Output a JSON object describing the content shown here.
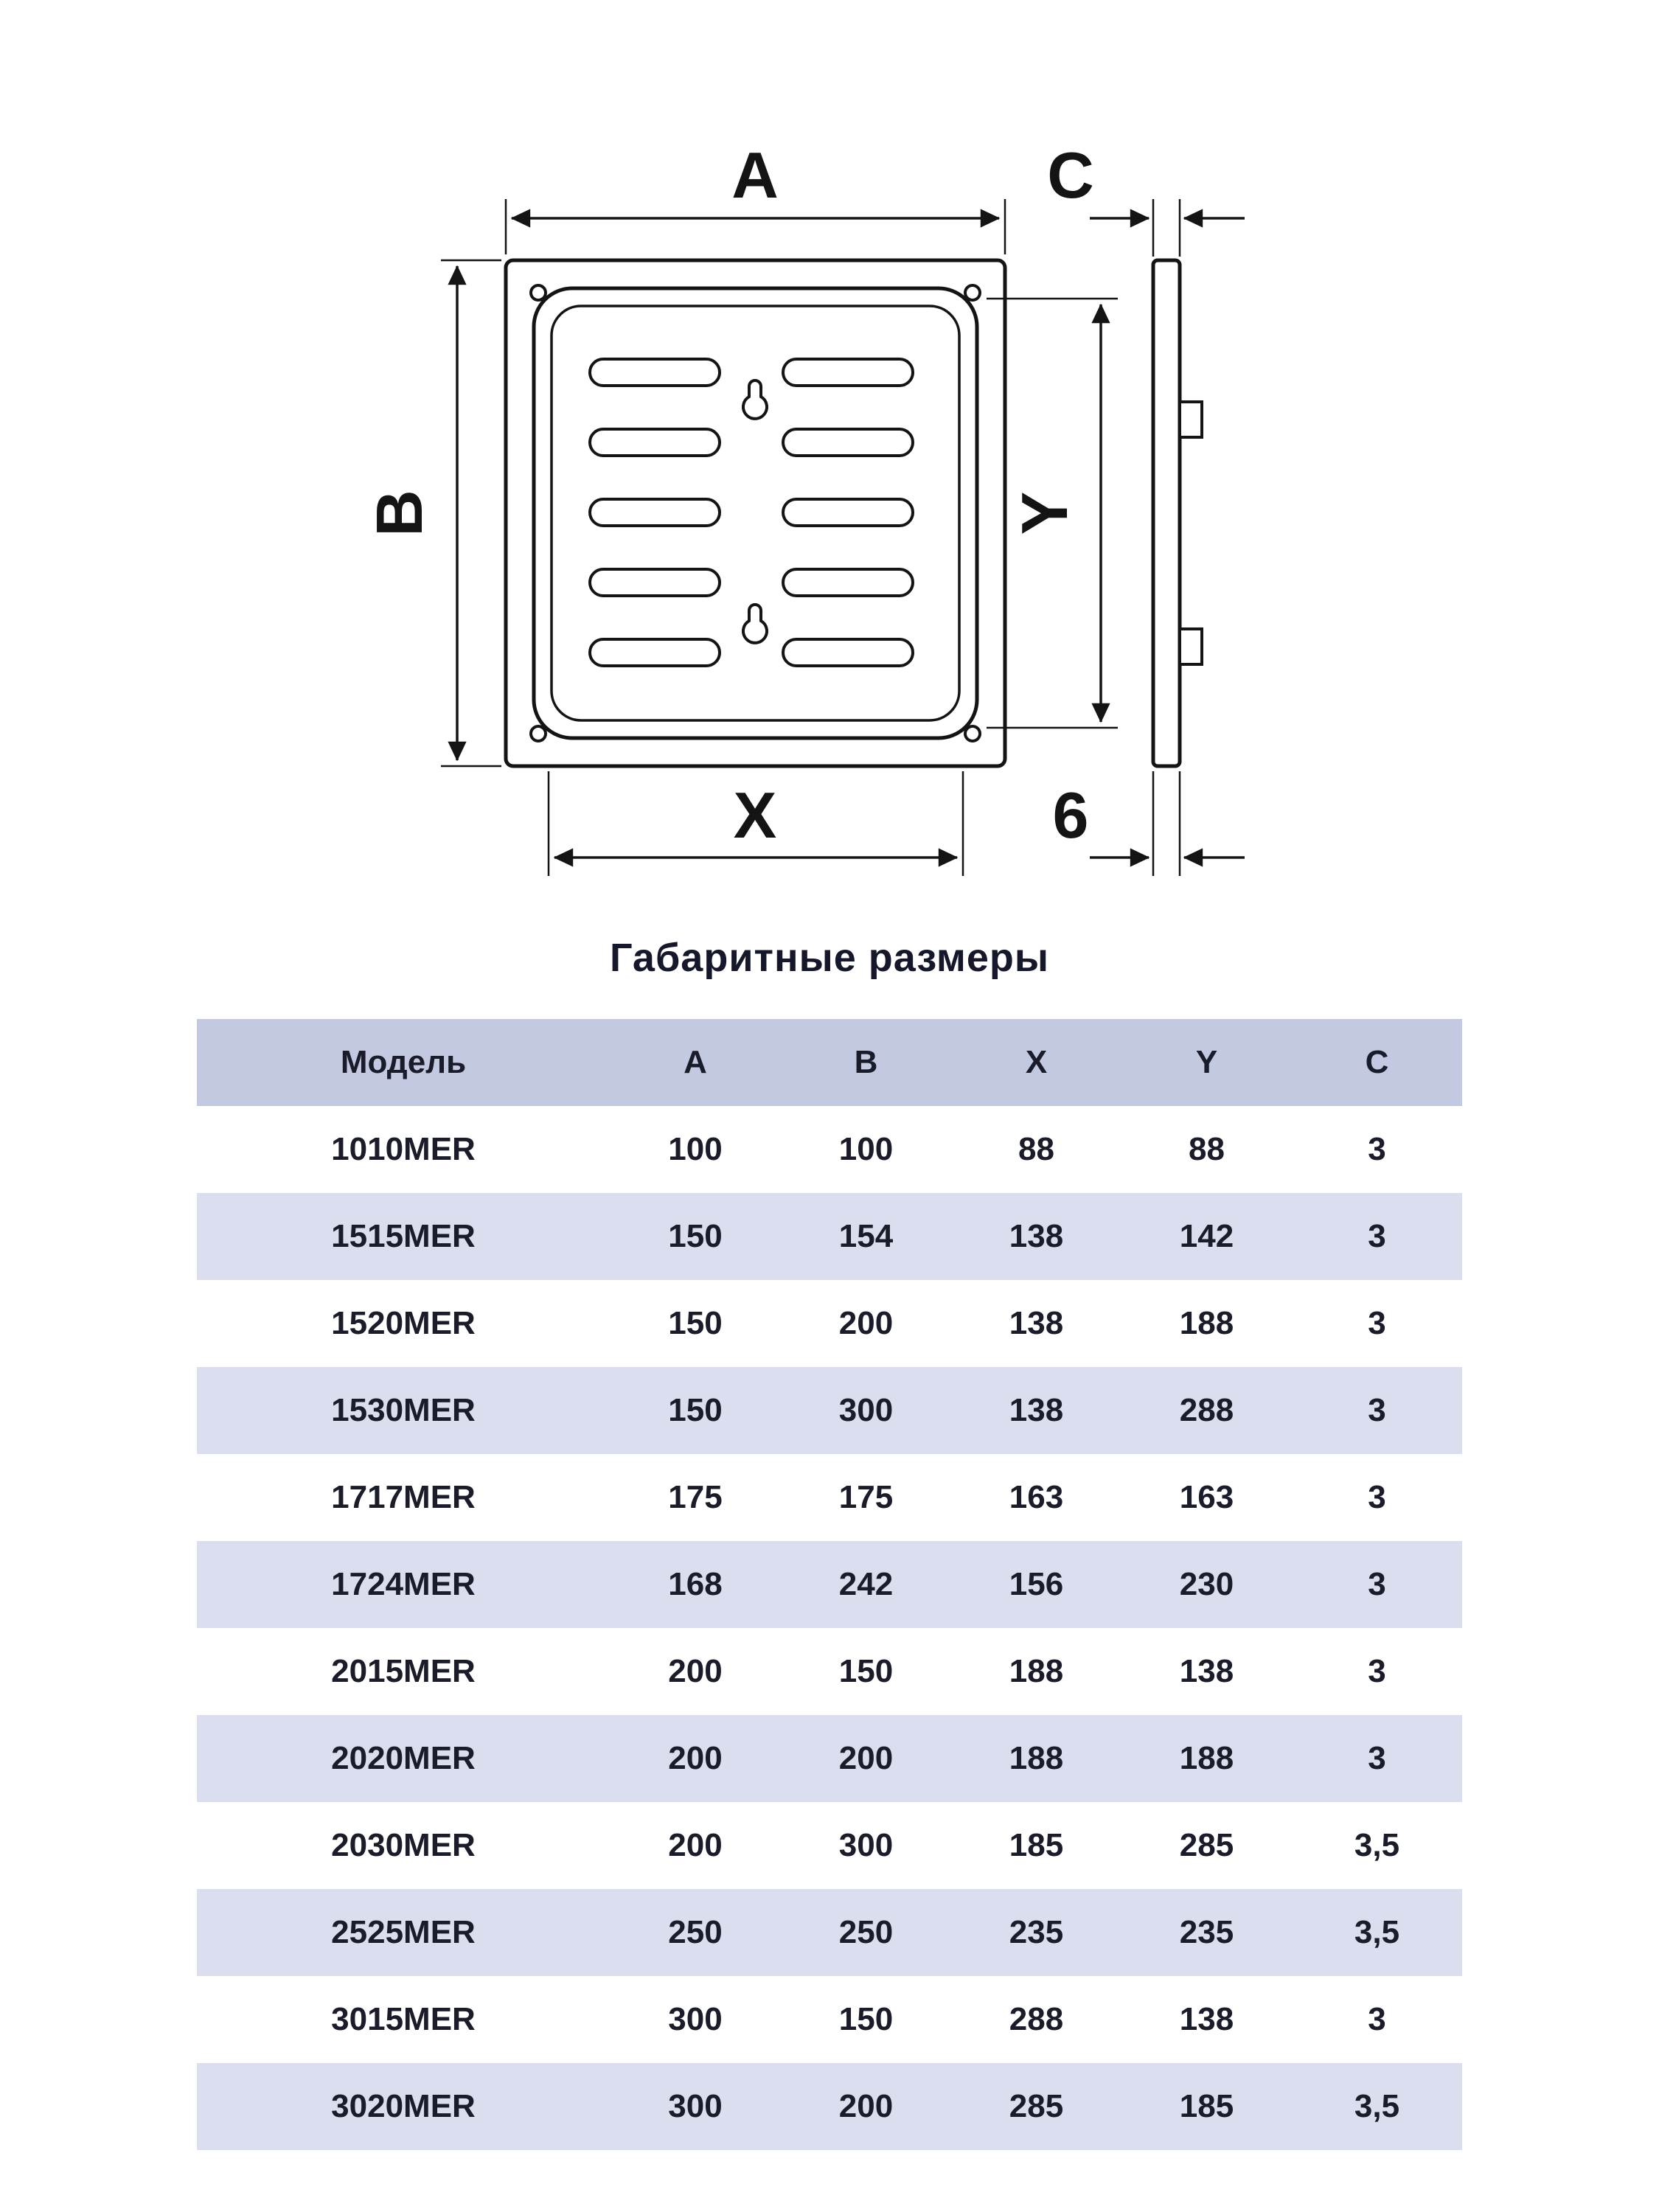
{
  "diagram": {
    "line_color": "#141414",
    "labels": {
      "A": "A",
      "B": "B",
      "C": "C",
      "X": "X",
      "Y": "Y",
      "six": "6"
    }
  },
  "table": {
    "title": "Габаритные размеры",
    "columns": [
      "Модель",
      "A",
      "B",
      "X",
      "Y",
      "C"
    ],
    "rows": [
      [
        "1010MER",
        "100",
        "100",
        "88",
        "88",
        "3"
      ],
      [
        "1515MER",
        "150",
        "154",
        "138",
        "142",
        "3"
      ],
      [
        "1520MER",
        "150",
        "200",
        "138",
        "188",
        "3"
      ],
      [
        "1530MER",
        "150",
        "300",
        "138",
        "288",
        "3"
      ],
      [
        "1717MER",
        "175",
        "175",
        "163",
        "163",
        "3"
      ],
      [
        "1724MER",
        "168",
        "242",
        "156",
        "230",
        "3"
      ],
      [
        "2015MER",
        "200",
        "150",
        "188",
        "138",
        "3"
      ],
      [
        "2020MER",
        "200",
        "200",
        "188",
        "188",
        "3"
      ],
      [
        "2030MER",
        "200",
        "300",
        "185",
        "285",
        "3,5"
      ],
      [
        "2525MER",
        "250",
        "250",
        "235",
        "235",
        "3,5"
      ],
      [
        "3015MER",
        "300",
        "150",
        "288",
        "138",
        "3"
      ],
      [
        "3020MER",
        "300",
        "200",
        "285",
        "185",
        "3,5"
      ]
    ],
    "colors": {
      "header_bg": "#c4c9e2",
      "stripe_bg": "#dbdeee",
      "text": "#1a1c2a"
    }
  }
}
